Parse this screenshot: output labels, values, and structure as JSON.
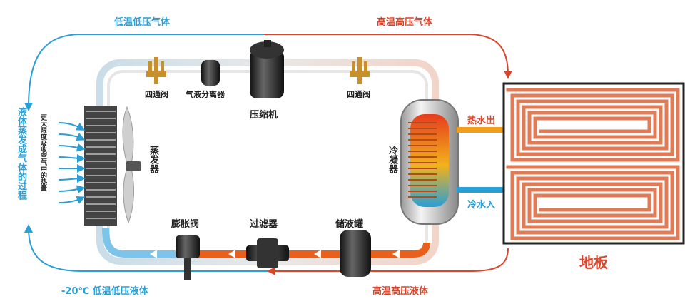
{
  "labels": {
    "top_left": "低温低压气体",
    "top_right": "高温高压气体",
    "bottom_left": "-20℃ 低温低压液体",
    "bottom_right": "高温高压液体",
    "four_way_valve_left": "四通阀",
    "gas_liquid_separator": "气液分离器",
    "compressor": "压缩机",
    "four_way_valve_right": "四通阀",
    "evaporator": "蒸发器",
    "condenser": "冷凝器",
    "hot_water_out": "热水出",
    "cold_water_in": "冷水入",
    "expansion_valve": "膨胀阀",
    "filter": "过滤器",
    "liquid_tank": "储液罐",
    "floor": "地板",
    "liquid_evaporation": "液体蒸发成气体的过程",
    "absorb_heat": "更大限度吸收空气中的热量"
  },
  "colors": {
    "cold": "#2a9fd6",
    "hot": "#d9462b",
    "orange": "#e8601c"
  }
}
